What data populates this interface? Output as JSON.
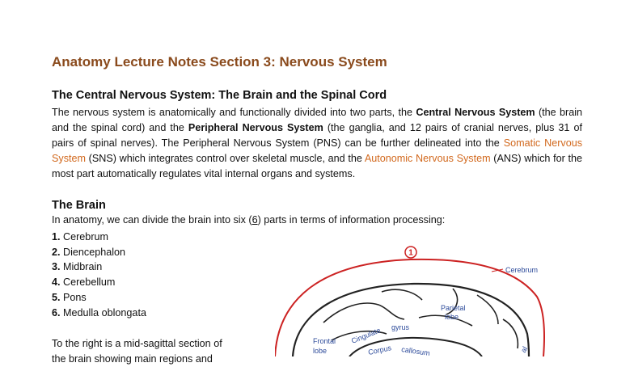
{
  "document": {
    "title": "Anatomy Lecture Notes Section 3: Nervous System",
    "section1": {
      "heading": "The Central Nervous System: The Brain and the Spinal Cord",
      "p1": "The nervous system is anatomically and functionally divided into two parts, the ",
      "cns": "Central Nervous System",
      "p2": " (the brain and the spinal cord) and the ",
      "pns": "Peripheral Nervous System",
      "p3": " (the ganglia, and 12 pairs of cranial nerves, plus 31 of pairs of spinal nerves). The Peripheral Nervous System (PNS) can be further delineated into the ",
      "sns": "Somatic Nervous System",
      "p4": " (SNS) which integrates control over skeletal muscle, and the ",
      "ans": "Autonomic Nervous System",
      "p5": " (ANS) which for the most part automatically regulates vital internal organs and systems."
    },
    "section2": {
      "heading": "The Brain",
      "intro_a": "In anatomy, we can divide the brain into six (",
      "intro_num": "6",
      "intro_b": ") parts in terms of information processing:",
      "list": [
        {
          "num": "1.",
          "label": "Cerebrum"
        },
        {
          "num": "2.",
          "label": "Diencephalon"
        },
        {
          "num": "3.",
          "label": "Midbrain"
        },
        {
          "num": "4.",
          "label": "Cerebellum"
        },
        {
          "num": "5.",
          "label": "Pons"
        },
        {
          "num": "6.",
          "label": "Medulla oblongata"
        }
      ],
      "after_list_line1": "To the right is a mid-sagittal section of",
      "after_list_line2": "the brain showing main regions and"
    },
    "figure": {
      "marker": "1",
      "cerebrum": "Cerebrum",
      "parietal_1": "Parietal",
      "parietal_2": "lobe",
      "cingulate_1": "Cingulate",
      "cingulate_2": "gyrus",
      "frontal_1": "Frontal",
      "frontal_2": "lobe",
      "corpus_1": "Corpus",
      "corpus_2": "callosum",
      "partial": "al"
    },
    "colors": {
      "title": "#8a4a1c",
      "accent_orange": "#d2691e",
      "figure_red": "#cc2222",
      "figure_label_blue": "#2c4a9a"
    }
  }
}
